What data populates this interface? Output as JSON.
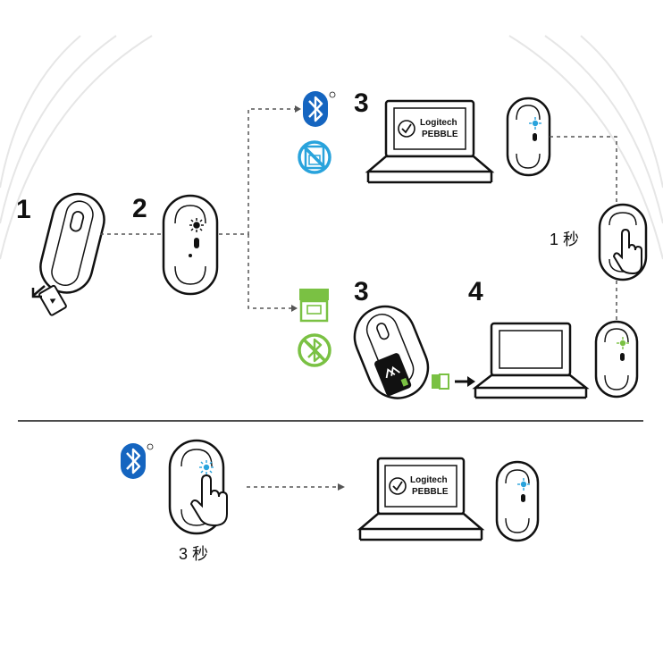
{
  "steps": {
    "step1": "1",
    "step2": "2",
    "step3_bluetooth": "3",
    "step3_receiver": "3",
    "step4": "4"
  },
  "durations": {
    "hold_short": "1 秒",
    "hold_long": "3 秒"
  },
  "laptop_screen": {
    "brand_line1": "Logitech",
    "brand_line2": "PEBBLE"
  },
  "colors": {
    "bluetooth_blue": "#1565c0",
    "no_receiver_blue": "#29a3dc",
    "receiver_green": "#7ac143",
    "led_blue": "#29a3dc",
    "led_green": "#7ac143",
    "line": "#111111"
  },
  "icons": [
    "bluetooth-icon",
    "no-receiver-icon",
    "usb-receiver-icon",
    "no-bluetooth-icon",
    "arrow-icon",
    "hand-pointer-icon"
  ]
}
